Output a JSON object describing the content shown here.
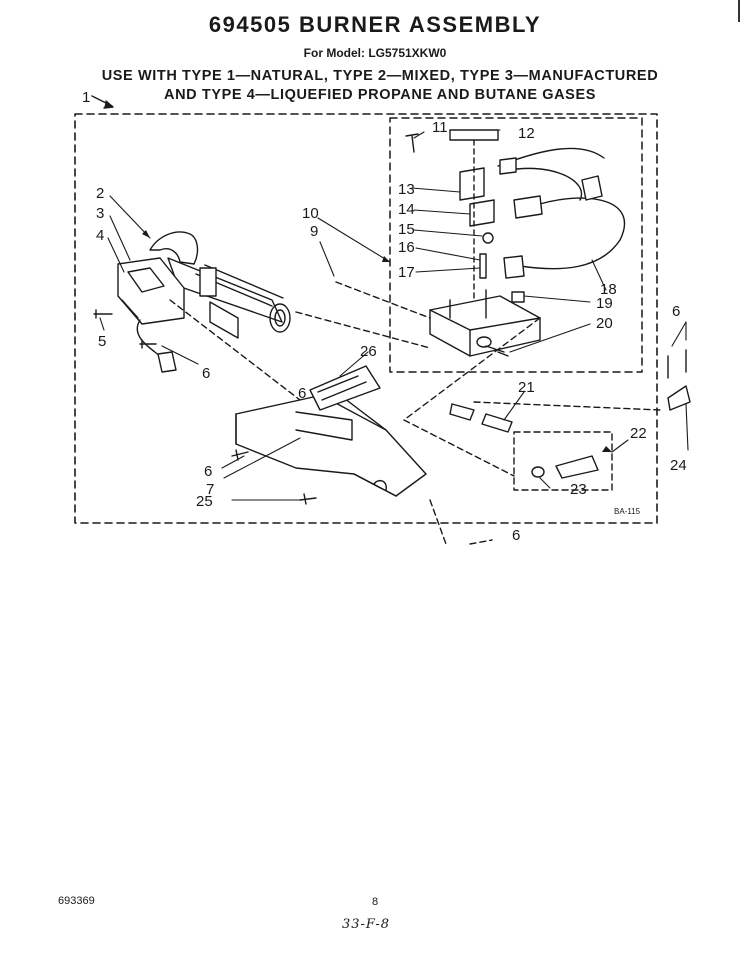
{
  "header": {
    "title": "694505 BURNER ASSEMBLY",
    "model": "For Model: LG5751XKW0",
    "use_line_1": "USE WITH TYPE 1—NATURAL, TYPE 2—MIXED, TYPE 3—MANUFACTURED",
    "use_line_2": "AND TYPE 4—LIQUEFIED PROPANE AND BUTANE GASES"
  },
  "diagram": {
    "figure_code": "BA-115",
    "callouts": [
      "1",
      "2",
      "3",
      "4",
      "5",
      "6",
      "6",
      "6",
      "6",
      "6",
      "7",
      "9",
      "10",
      "11",
      "12",
      "13",
      "14",
      "15",
      "16",
      "17",
      "18",
      "19",
      "20",
      "21",
      "22",
      "23",
      "24",
      "25",
      "26"
    ]
  },
  "footer": {
    "part_number": "693369",
    "page_number": "8",
    "handwritten": "33-F-8"
  }
}
